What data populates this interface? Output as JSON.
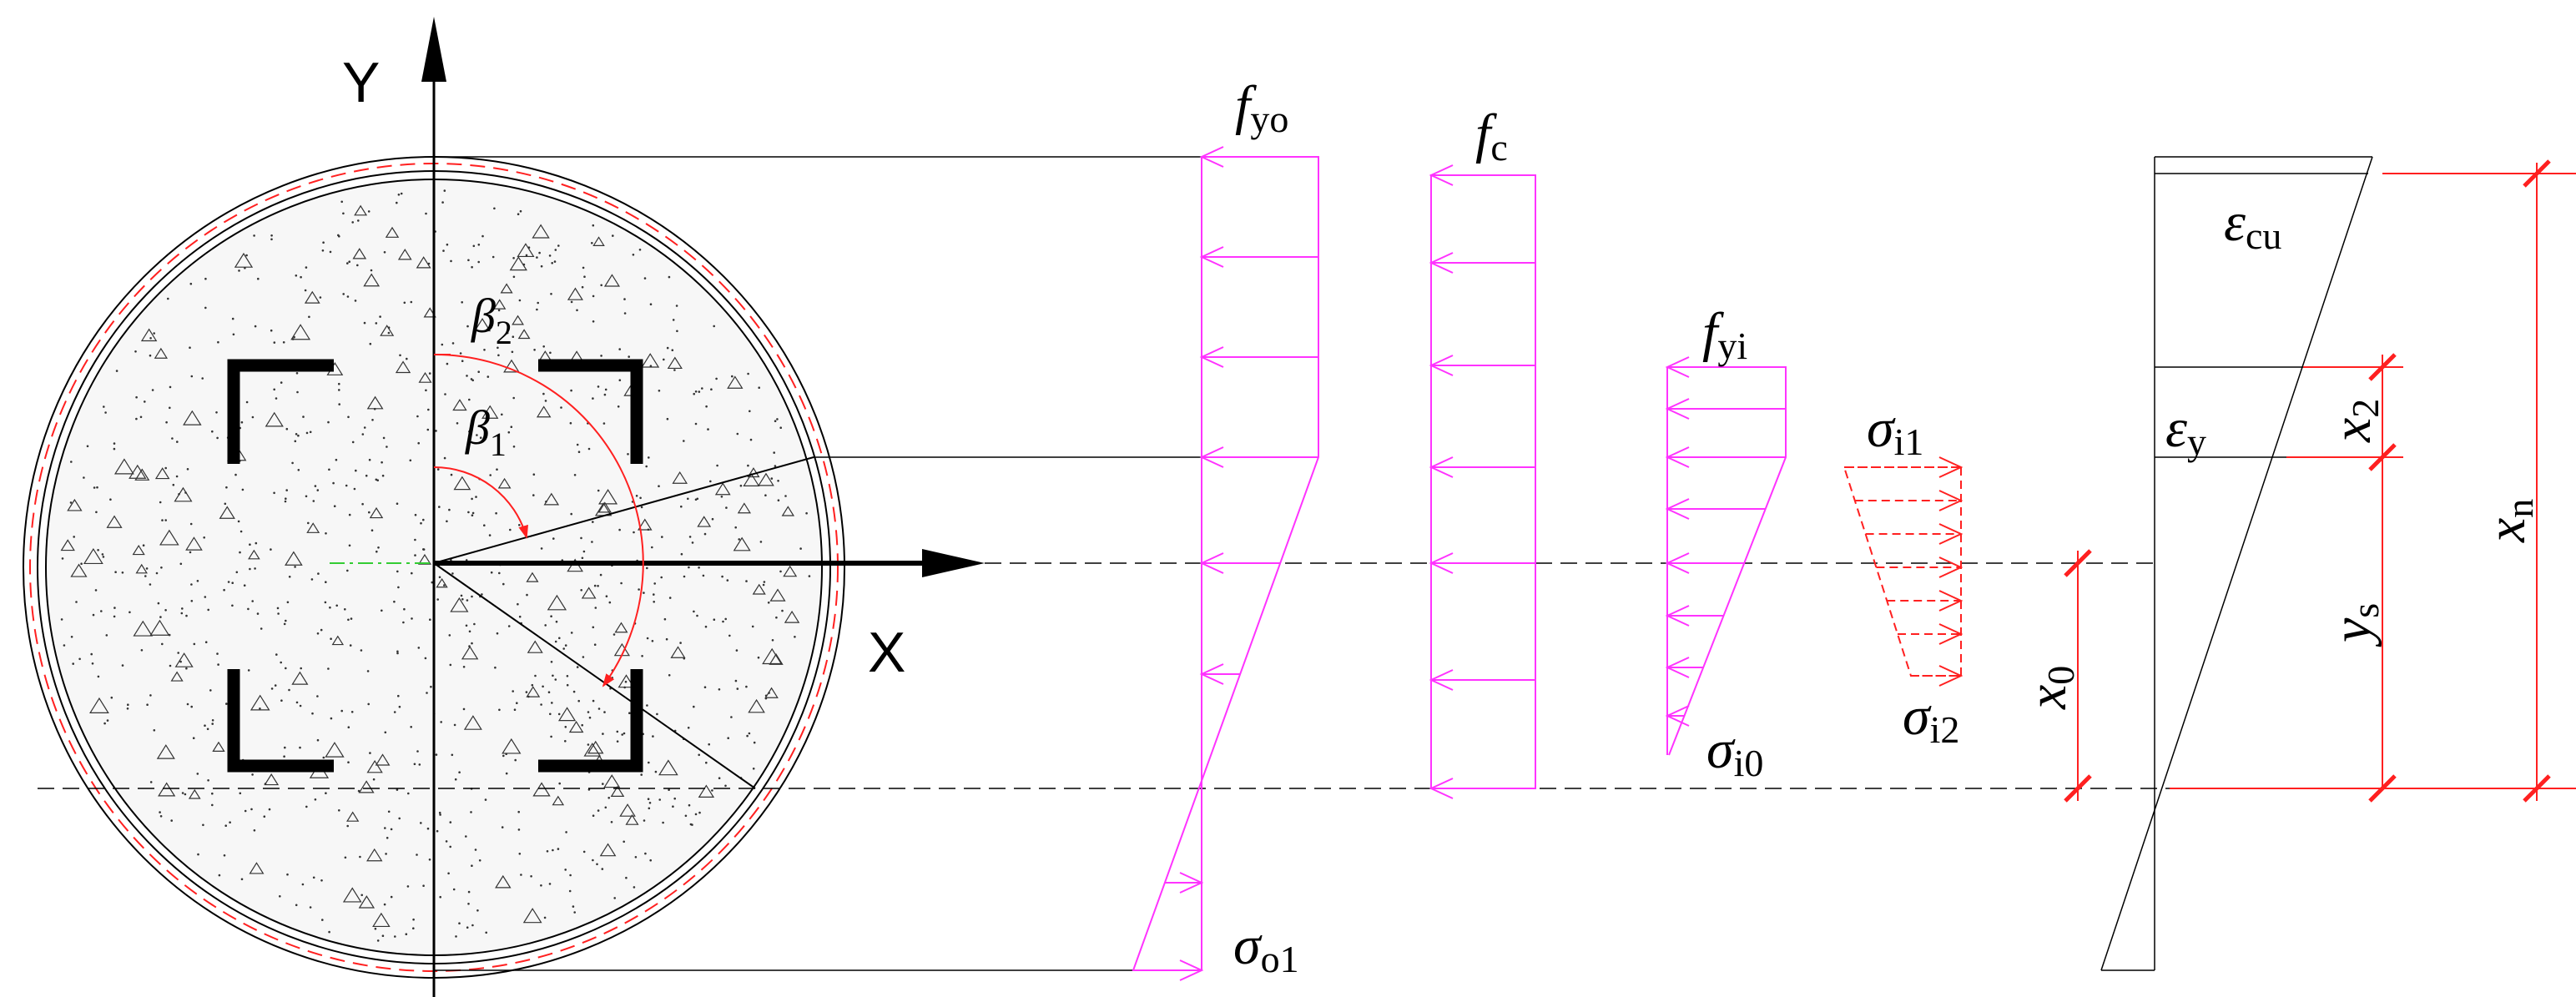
{
  "axes": {
    "x_label": "X",
    "y_label": "Y"
  },
  "angles": {
    "beta1": {
      "sym": "β",
      "sub": "1"
    },
    "beta2": {
      "sym": "β",
      "sub": "2"
    }
  },
  "stress": {
    "fyo": {
      "sym": "f",
      "sub": "yo"
    },
    "fc": {
      "sym": "f",
      "sub": "c"
    },
    "fyi": {
      "sym": "f",
      "sub": "yi"
    },
    "sigma_o1": {
      "sym": "σ",
      "sub": "o1"
    },
    "sigma_i0": {
      "sym": "σ",
      "sub": "i0"
    },
    "sigma_i1": {
      "sym": "σ",
      "sub": "i1"
    },
    "sigma_i2": {
      "sym": "σ",
      "sub": "i2"
    }
  },
  "strain": {
    "ecu": {
      "sym": "ε",
      "sub": "cu"
    },
    "ey": {
      "sym": "ε",
      "sub": "y"
    }
  },
  "dims": {
    "x0": {
      "sym": "x",
      "sub": "0"
    },
    "x2": {
      "sym": "x",
      "sub": "2"
    },
    "ys": {
      "sym": "y",
      "sub": "s"
    },
    "xn": {
      "sym": "x",
      "sub": "n"
    }
  },
  "colors": {
    "stress": "#ff33ff",
    "dimension": "#ff2020",
    "ink": "#000000",
    "centerline": "#33cc33"
  }
}
